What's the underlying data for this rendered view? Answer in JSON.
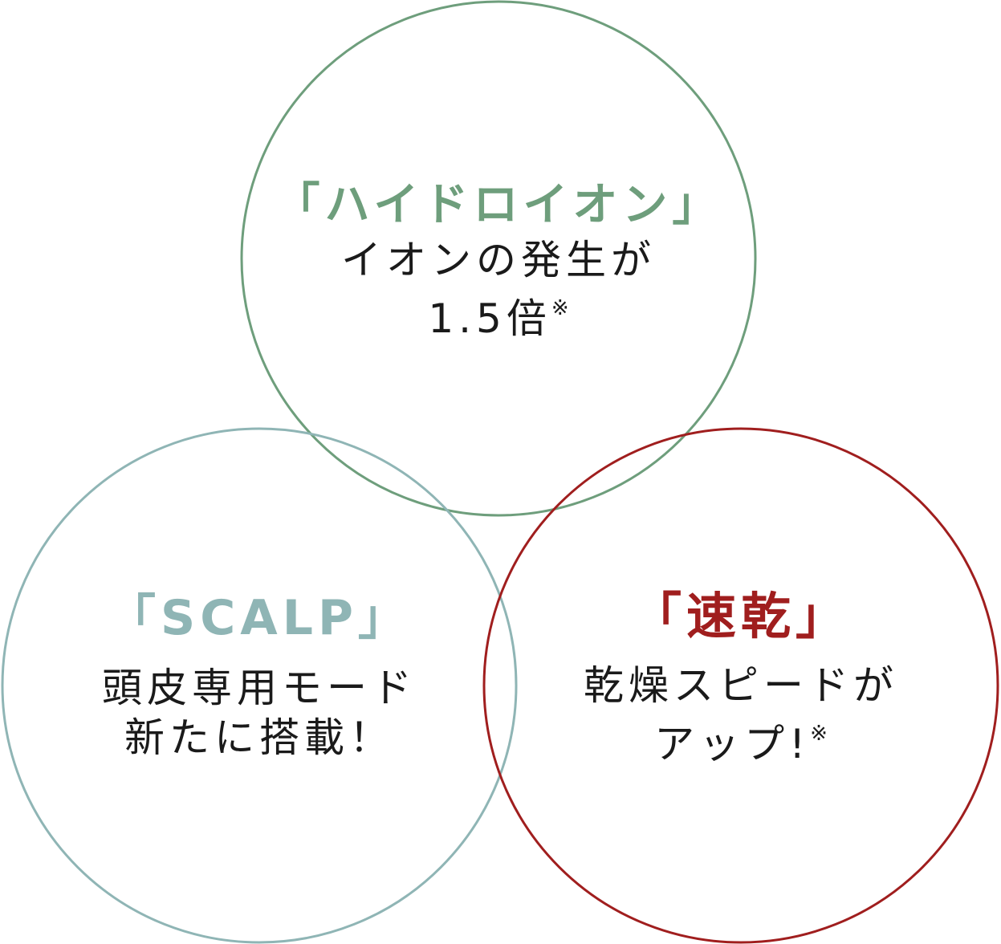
{
  "colors": {
    "hydro_ion": "#6e9e7c",
    "scalp": "#8fb5b5",
    "quick_dry": "#a01e1e",
    "text": "#1a1a1a",
    "background": "#ffffff"
  },
  "circles": {
    "top": {
      "heading": "「ハイドロイオン」",
      "line1": "イオンの発生が",
      "line2": "1.5倍",
      "note": "※"
    },
    "left": {
      "heading": "「SCALP」",
      "line1": "頭皮専用モード",
      "line2": "新たに搭載！"
    },
    "right": {
      "heading": "「速乾」",
      "line1": "乾燥スピードが",
      "line2": "アップ!",
      "note": "※"
    }
  }
}
